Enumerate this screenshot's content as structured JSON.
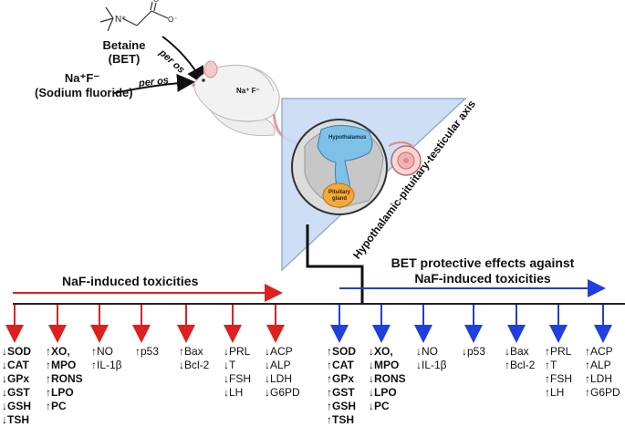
{
  "compound": {
    "name": "Betaine",
    "abbrev": "(BET)",
    "formula": "Na⁺F⁻",
    "formula_name": "(Sodium fluoride)"
  },
  "route": {
    "label1": "per os",
    "label2": "per os"
  },
  "rat": {
    "label": "Na⁺ F⁻"
  },
  "brain": {
    "hypothalamus": "Hypothalamus",
    "pituitary": "Pituitary gland"
  },
  "axis_label": "Hypothalamic-pituitary-testicular axis",
  "left_title": "NaF-induced toxicities",
  "right_title_line1": "BET protective effects against",
  "right_title_line2": "NaF-induced toxicities",
  "colors": {
    "red": "#e02020",
    "blue": "#1f3fe0",
    "triangle_fill": "#c9dbf3",
    "triangle_stroke": "#8aa6cf"
  },
  "left_columns": [
    {
      "bold": true,
      "lines": [
        "↓SOD",
        "↓CAT",
        "↓GPx",
        "↓GST",
        "↓GSH",
        "↓TSH"
      ]
    },
    {
      "bold": true,
      "lines": [
        "↑XO,",
        "↑MPO",
        "↑RONS",
        "↑LPO",
        "↑PC"
      ]
    },
    {
      "bold": false,
      "lines": [
        "↑NO",
        "↑IL-1β"
      ]
    },
    {
      "bold": false,
      "lines": [
        "↑p53"
      ]
    },
    {
      "bold": false,
      "lines": [
        "↑Bax",
        "↓Bcl-2"
      ]
    },
    {
      "bold": false,
      "lines": [
        "↓PRL",
        "↓T",
        "↓FSH",
        "↓LH"
      ]
    },
    {
      "bold": false,
      "lines": [
        "↓ACP",
        "↓ALP",
        "↓LDH",
        "↓G6PD"
      ]
    }
  ],
  "right_columns": [
    {
      "bold": true,
      "lines": [
        "↑SOD",
        "↑CAT",
        "↑GPx",
        "↑GST",
        "↑GSH",
        "↑TSH"
      ]
    },
    {
      "bold": true,
      "lines": [
        "↓XO,",
        "↓MPO",
        "↓RONS",
        "↓LPO",
        "↓PC"
      ]
    },
    {
      "bold": false,
      "lines": [
        "↓NO",
        "↓IL-1β"
      ]
    },
    {
      "bold": false,
      "lines": [
        "↓p53"
      ]
    },
    {
      "bold": false,
      "lines": [
        "↓Bax",
        "↑Bcl-2"
      ]
    },
    {
      "bold": false,
      "lines": [
        "↑PRL",
        "↑T",
        "↑FSH",
        "↑LH"
      ]
    },
    {
      "bold": false,
      "lines": [
        "↑ACP",
        "↑ALP",
        "↑LDH",
        "↑G6PD"
      ]
    }
  ]
}
